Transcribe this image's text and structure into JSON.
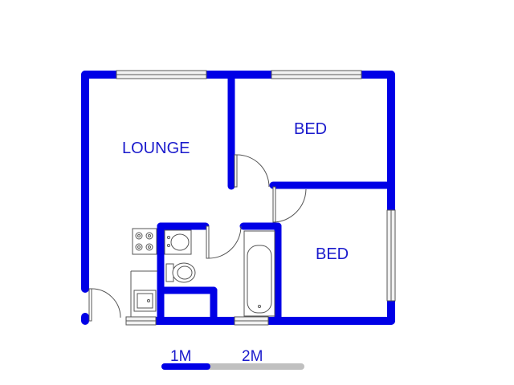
{
  "rooms": {
    "lounge": "LOUNGE",
    "bed_top": "BED",
    "bed_right": "BED"
  },
  "scale_bar": {
    "label_1": "1M",
    "label_2": "2M"
  },
  "colors": {
    "wall": "#0000e6",
    "label": "#1a1acc",
    "scale_grey": "#c0c0c0"
  }
}
